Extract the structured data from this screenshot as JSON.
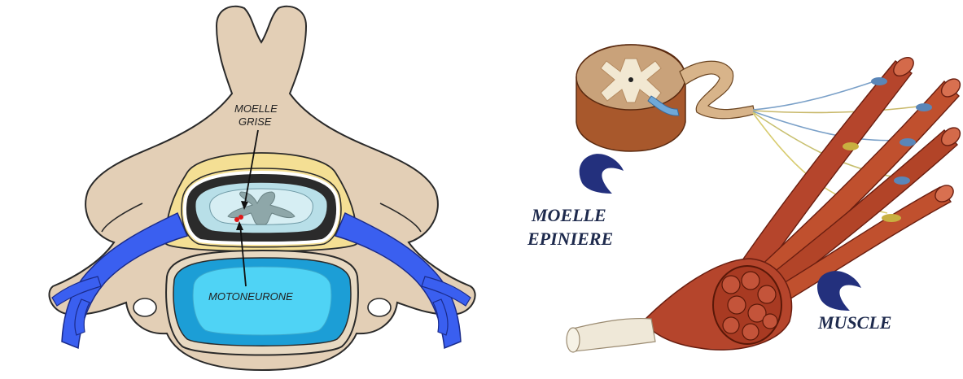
{
  "left_diagram": {
    "label_gray_matter_line1": "MOELLE",
    "label_gray_matter_line2": "GRISE",
    "label_motoneuron": "MOTONEURONE"
  },
  "right_diagram": {
    "label_spinal_cord_line1": "MOELLE",
    "label_spinal_cord_line2": "EPINIERE",
    "label_muscle": "MUSCLE"
  },
  "colors": {
    "bone": "#e3cfb6",
    "fat": "#f4df94",
    "vein": "#3a5ff0",
    "csf": "#a8dde8",
    "disc_outer": "#1c9ed6",
    "disc_inner": "#4fd3f5",
    "muscle": "#b5452c",
    "arrow_blue": "#23307d"
  }
}
